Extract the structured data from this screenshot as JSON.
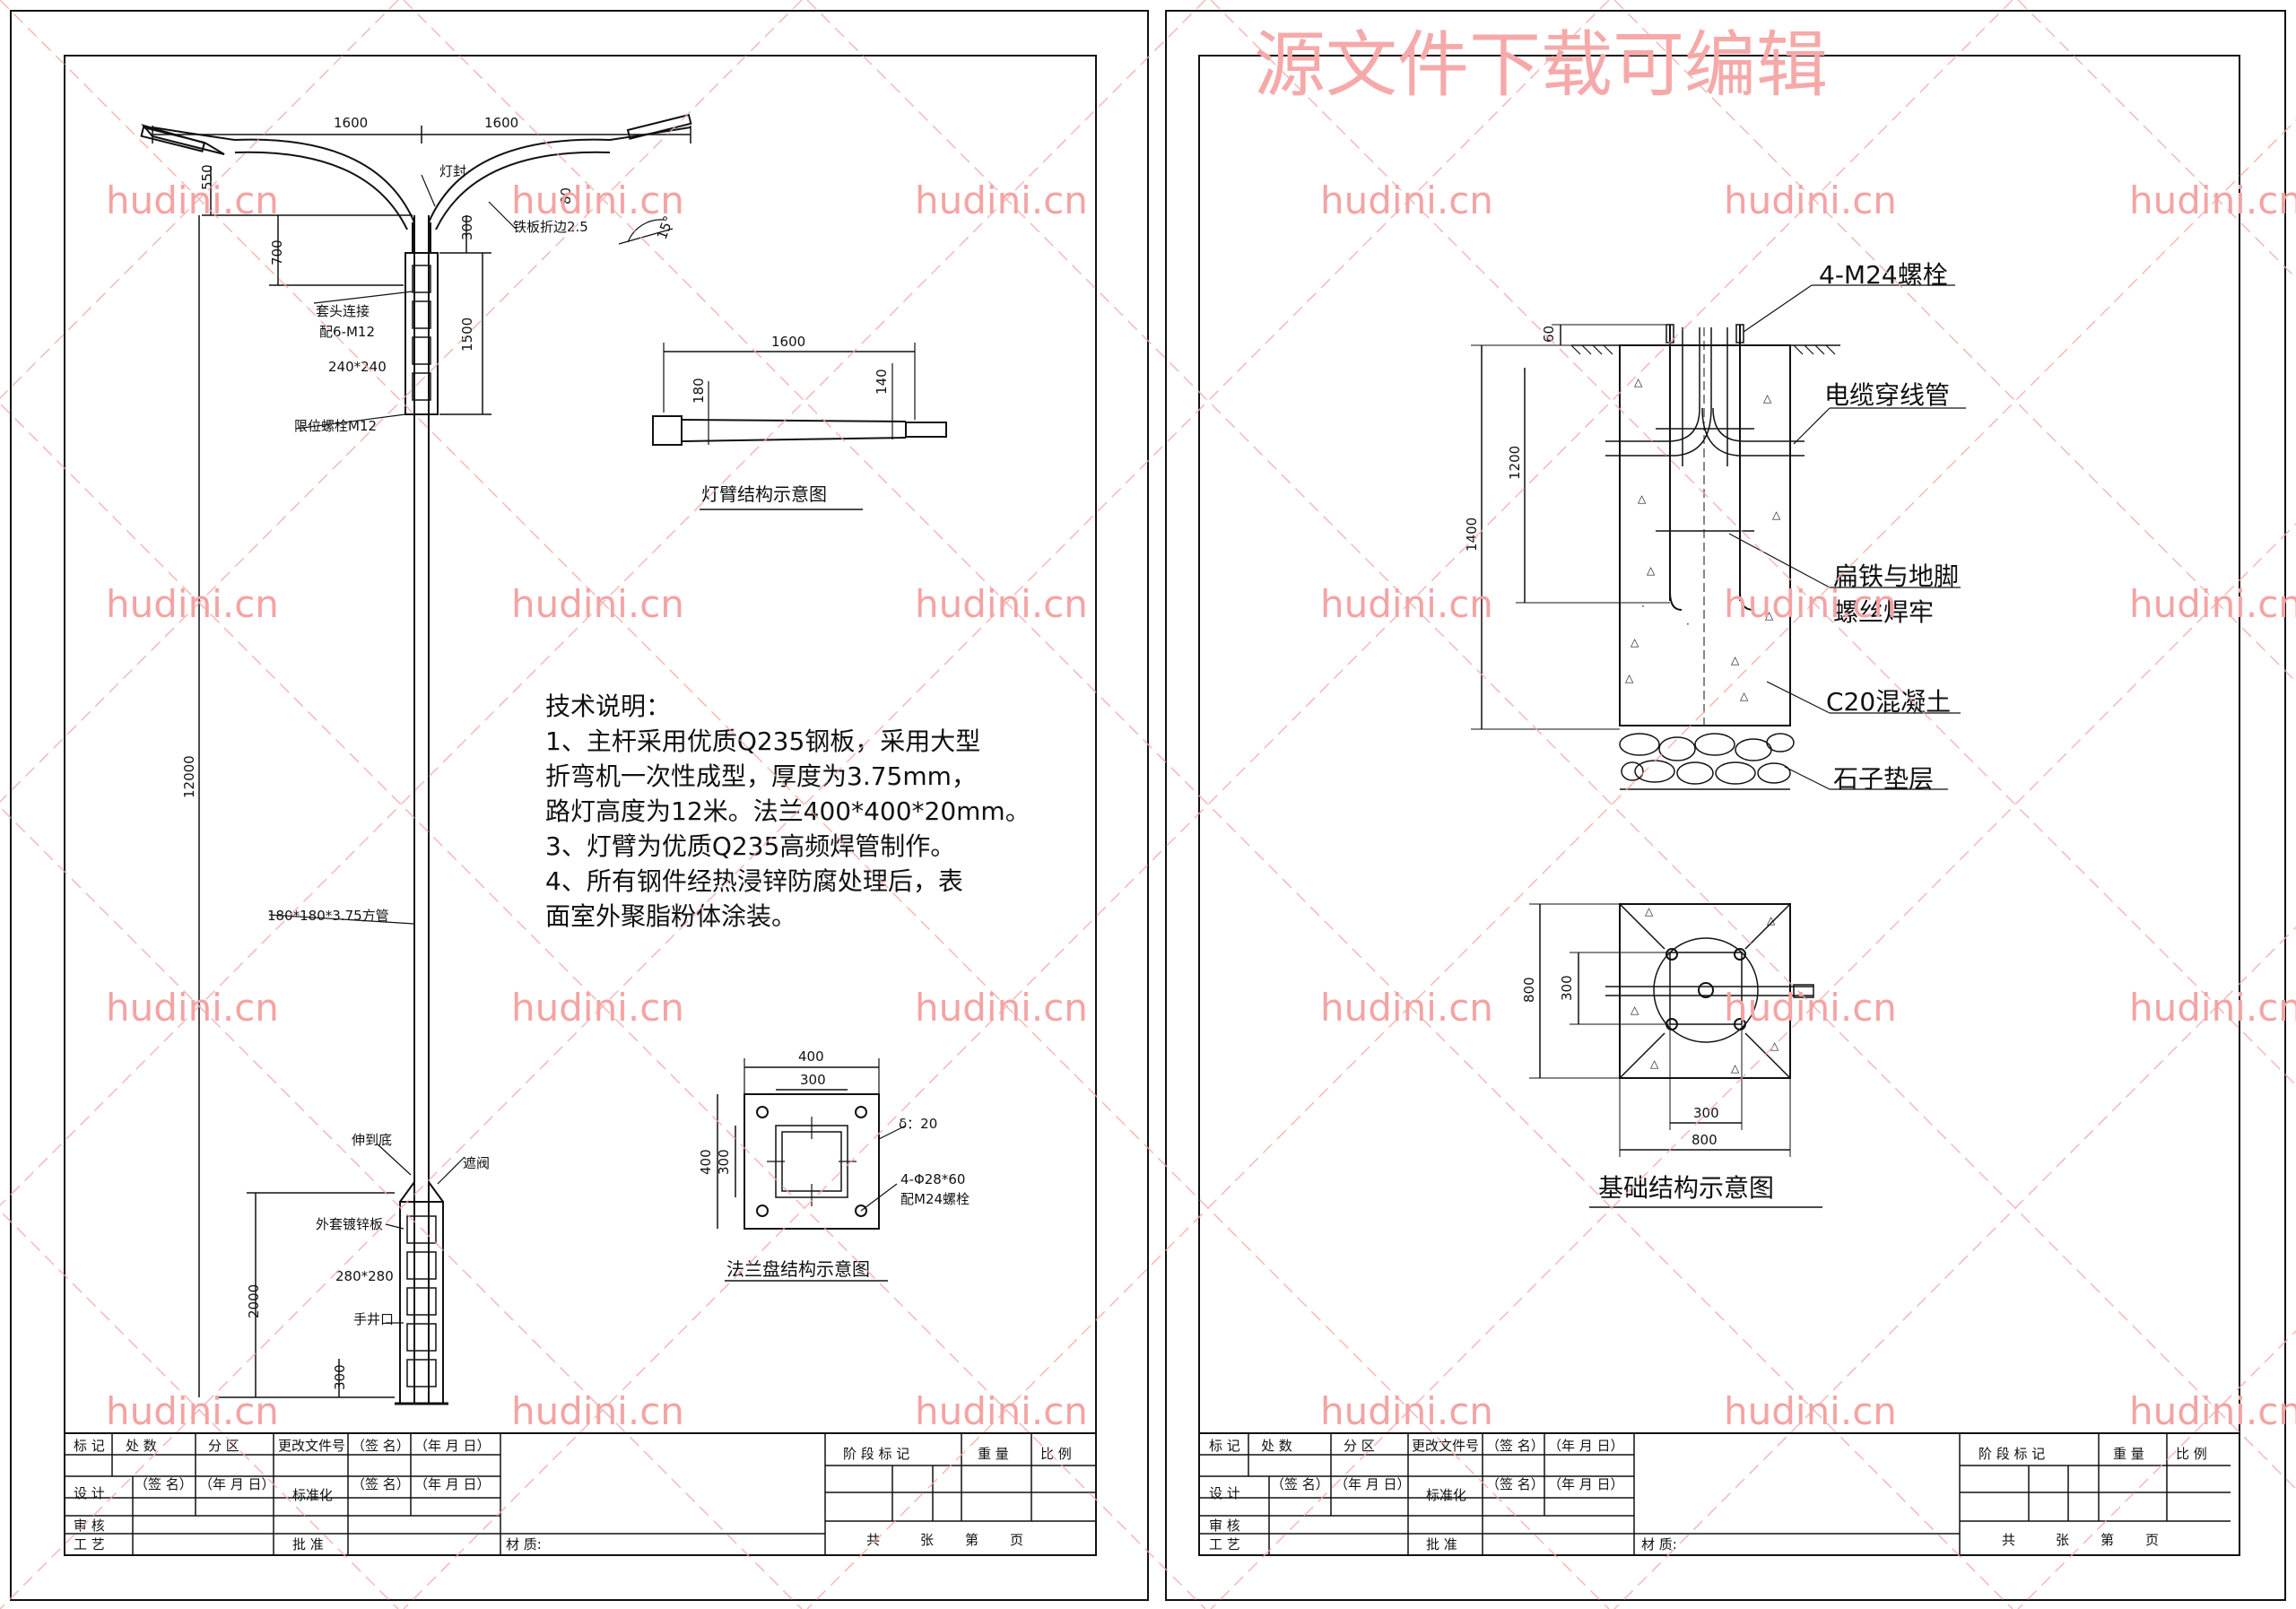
{
  "top_watermark": "源文件下载可编辑",
  "watermark_text": "hudini.cn",
  "left_sheet": {
    "pole": {
      "dims": {
        "arm_span_left": "1600",
        "arm_span_right": "1600",
        "d550": "550",
        "d80": "80",
        "d300_top": "300",
        "d700": "700",
        "d1500": "1500",
        "d12000": "12000",
        "d2000": "2000",
        "d300_bottom": "300",
        "angle": "15°"
      },
      "labels": {
        "lamp_seal": "灯封",
        "iron_fold": "铁板折边2.5",
        "socket_connect": "套头连接",
        "bolt_6m12": "配6-M12",
        "size_240": "240*240",
        "limit_bolt": "限位螺栓M12",
        "square_tube": "180*180*3.75方管",
        "to_bottom": "伸到底",
        "stop_valve": "遮阀",
        "outer_plate": "外套镀锌板",
        "size_280": "280*280",
        "hand_hole": "手井口"
      }
    },
    "arm_detail": {
      "title": "灯臂结构示意图",
      "d1600": "1600",
      "d180": "180",
      "d140": "140"
    },
    "tech_notes": {
      "title": "技术说明：",
      "lines": [
        "1、主杆采用优质Q235钢板，采用大型",
        "折弯机一次性成型，厚度为3.75mm，",
        "路灯高度为12米。法兰400*400*20mm。",
        "3、灯臂为优质Q235高频焊管制作。",
        "4、所有钢件经热浸锌防腐处理后，表",
        "面室外聚脂粉体涂装。"
      ]
    },
    "flange_detail": {
      "title": "法兰盘结构示意图",
      "d400_top": "400",
      "d300_top": "300",
      "d400_left": "400",
      "d300_left": "300",
      "thickness": "δ：20",
      "holes": "4-Φ28*60",
      "bolts": "配M24螺栓"
    }
  },
  "right_sheet": {
    "foundation": {
      "bolt_label": "4-M24螺栓",
      "cable_pipe": "电缆穿线管",
      "flat_iron_1": "扁铁与地脚",
      "flat_iron_2": "螺丝焊牢",
      "concrete": "C20混凝土",
      "gravel": "石子垫层",
      "d60": "60",
      "d1200": "1200",
      "d1400": "1400"
    },
    "plan": {
      "title": "基础结构示意图",
      "d800_left": "800",
      "d300_left": "300",
      "d300_bottom": "300",
      "d800_bottom": "800"
    }
  },
  "title_block": {
    "mark": "标 记",
    "count": "处 数",
    "zone": "分 区",
    "change_doc": "更改文件号",
    "sign": "（签 名）",
    "date": "（年 月 日）",
    "design": "设 计",
    "standard": "标准化",
    "review": "审 核",
    "process": "工 艺",
    "approve": "批 准",
    "material": "材 质:",
    "stage_mark": "阶 段 标 记",
    "weight": "重 量",
    "scale": "比 例",
    "total": "共",
    "sheet": "张",
    "page_no": "第",
    "page": "页"
  }
}
